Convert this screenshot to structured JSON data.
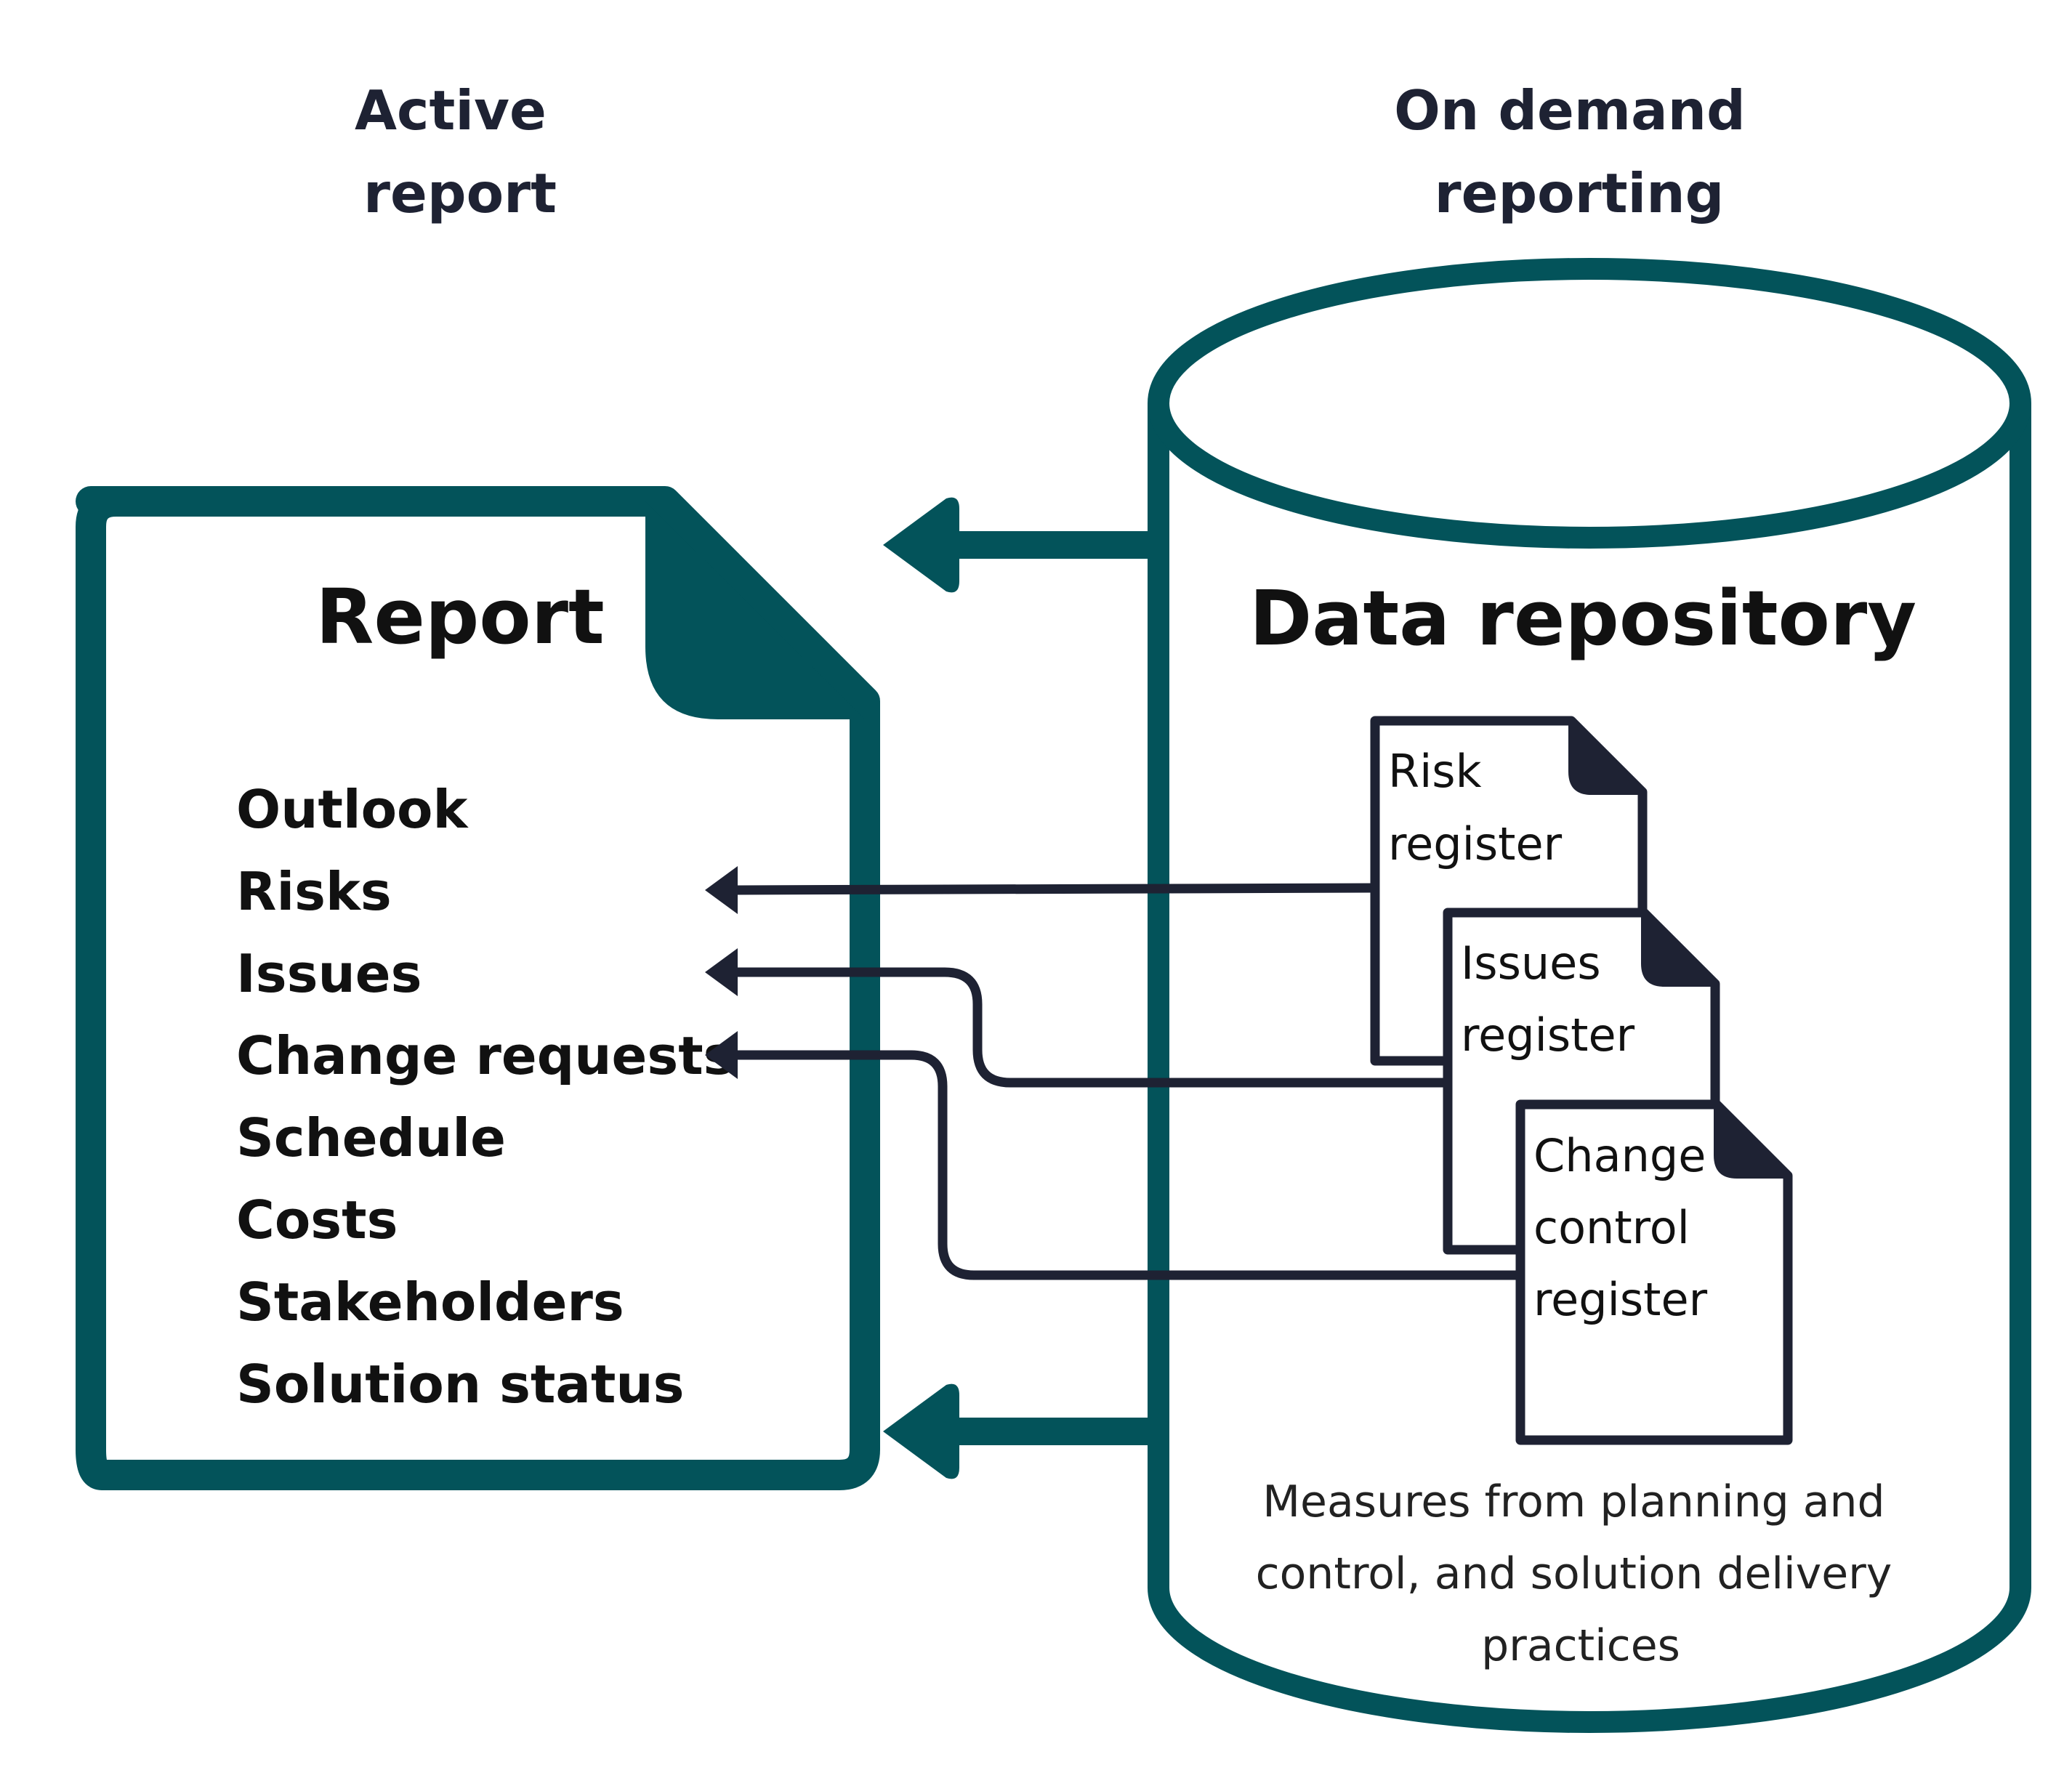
{
  "headings": {
    "active": [
      "Active",
      "report"
    ],
    "on_demand": [
      "On demand",
      "reporting"
    ]
  },
  "report": {
    "title": "Report",
    "items": [
      "Outlook",
      "Risks",
      "Issues",
      "Change requests",
      "Schedule",
      "Costs",
      "Stakeholders",
      "Solution status"
    ]
  },
  "repository": {
    "title": "Data repository",
    "registers": [
      {
        "lines": [
          "Risk",
          "register"
        ],
        "feeds": "Risks"
      },
      {
        "lines": [
          "Issues",
          "register"
        ],
        "feeds": "Issues"
      },
      {
        "lines": [
          "Change",
          "control",
          "register"
        ],
        "feeds": "Change requests"
      }
    ],
    "measures": [
      "Measures from planning and",
      "control, and solution delivery",
      "practices"
    ]
  },
  "colors": {
    "teal": "#03535a",
    "navy": "#1e2233"
  }
}
